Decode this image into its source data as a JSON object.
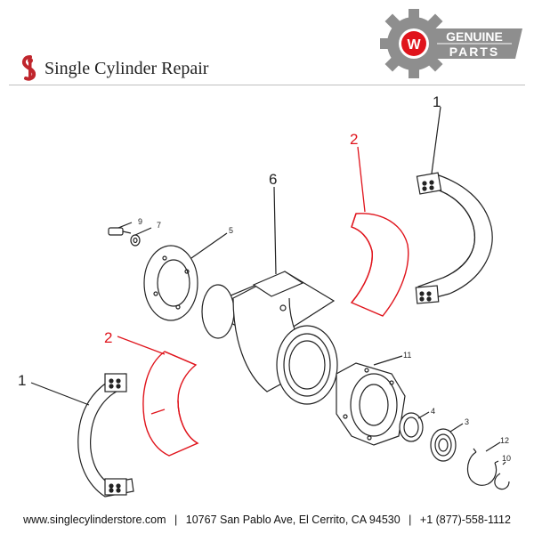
{
  "header": {
    "brand_name": "Single Cylinder Repair",
    "badge_line1": "GENUINE",
    "badge_line2": "PARTS",
    "badge_letter": "W"
  },
  "callouts": {
    "c1_right": "1",
    "c2_right": "2",
    "c6": "6",
    "c9": "9",
    "c7": "7",
    "c5": "5",
    "c2_left": "2",
    "c1_left": "1",
    "c11": "11",
    "c4": "4",
    "c3": "3",
    "c12": "12",
    "c10": "10"
  },
  "footer": {
    "website": "www.singlecylinderstore.com",
    "separator": "|",
    "address": "10767 San Pablo Ave, El Cerrito, CA 94530",
    "phone": "+1 (877)-558-1112"
  },
  "colors": {
    "highlight": "#e0141c",
    "line": "#222222",
    "badge_gray": "#8e8e8e",
    "logo_red": "#c0262d"
  }
}
